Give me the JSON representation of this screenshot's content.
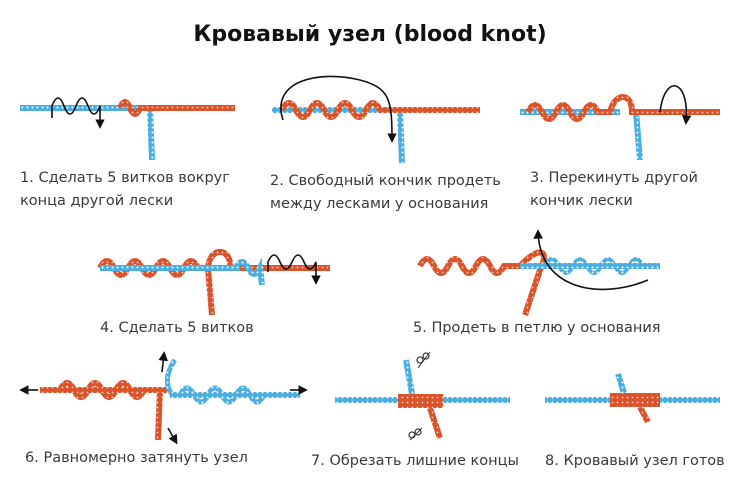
{
  "title": "Кровавый узел (blood knot)",
  "colors": {
    "line_a": "#4aaee0",
    "line_b": "#d9532b",
    "arrow": "#111111"
  },
  "steps": [
    {
      "line1": "1. Сделать 5 витков вокруг",
      "line2": "конца другой лески"
    },
    {
      "line1": "2. Свободный кончик продеть",
      "line2": "между лесками у основания"
    },
    {
      "line1": "3. Перекинуть другой",
      "line2": "кончик лески"
    },
    {
      "line1": "4. Сделать 5 витков"
    },
    {
      "line1": "5. Продеть в петлю у основания"
    },
    {
      "line1": "6. Равномерно затянуть узел"
    },
    {
      "line1": "7. Обрезать лишние концы"
    },
    {
      "line1": "8. Кровавый узел готов"
    }
  ]
}
